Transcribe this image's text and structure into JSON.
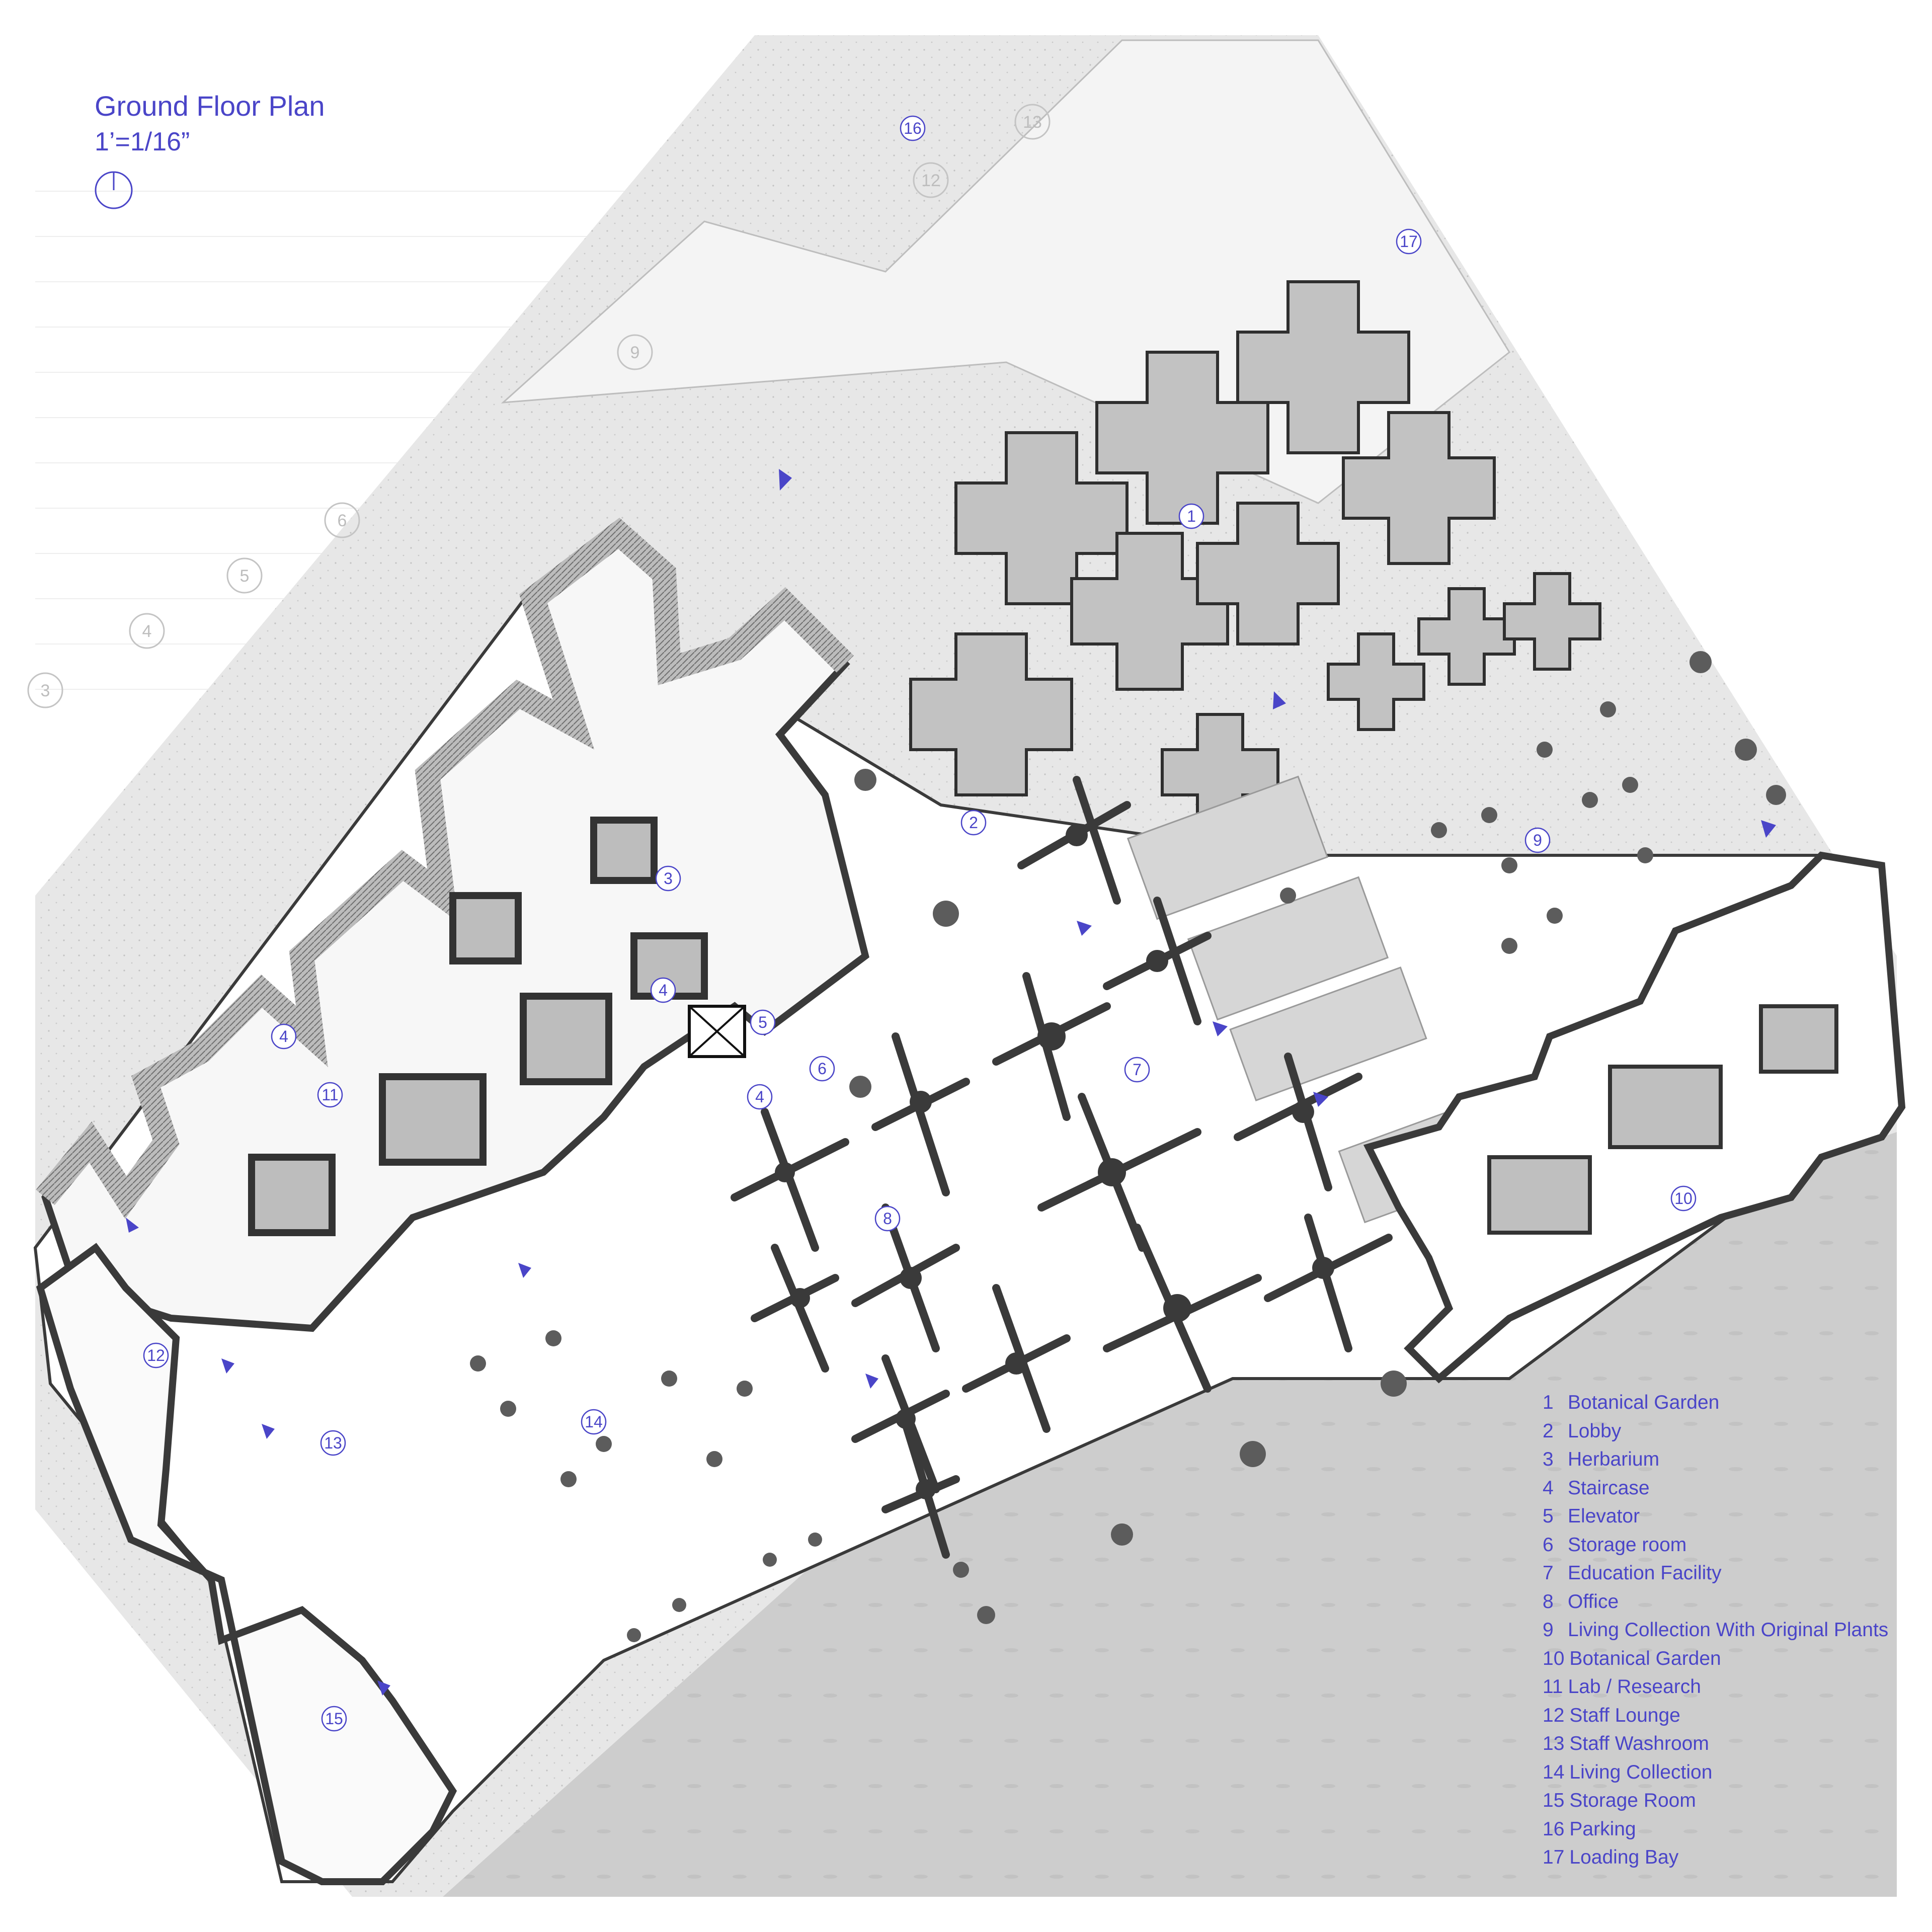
{
  "title": "Ground Floor Plan",
  "scale": "1’=1/16”",
  "legend": [
    {
      "num": "1",
      "label": "Botanical Garden"
    },
    {
      "num": "2",
      "label": "Lobby"
    },
    {
      "num": "3",
      "label": "Herbarium"
    },
    {
      "num": "4",
      "label": "Staircase"
    },
    {
      "num": "5",
      "label": "Elevator"
    },
    {
      "num": "6",
      "label": "Storage room"
    },
    {
      "num": "7",
      "label": "Education Facility"
    },
    {
      "num": "8",
      "label": "Office"
    },
    {
      "num": "9",
      "label": "Living Collection With Original Plants"
    },
    {
      "num": "10",
      "label": "Botanical Garden"
    },
    {
      "num": "11",
      "label": "Lab / Research"
    },
    {
      "num": "12",
      "label": "Staff Lounge"
    },
    {
      "num": "13",
      "label": "Staff Washroom"
    },
    {
      "num": "14",
      "label": "Living Collection"
    },
    {
      "num": "15",
      "label": "Storage Room"
    },
    {
      "num": "16",
      "label": "Parking"
    },
    {
      "num": "17",
      "label": "Loading Bay"
    }
  ],
  "room_tags": [
    "1",
    "2",
    "3",
    "4",
    "4",
    "4",
    "5",
    "6",
    "7",
    "8",
    "9",
    "10",
    "11",
    "12",
    "13",
    "14",
    "15",
    "16",
    "17"
  ],
  "grid_tags": [
    "3",
    "4",
    "5",
    "6",
    "9",
    "12",
    "13"
  ],
  "colors": {
    "accent": "#4a45c8",
    "wall": "#3a3a3a",
    "site": "#e6e6e6",
    "paving": "#cfcfcf",
    "floor": "#ffffff"
  }
}
